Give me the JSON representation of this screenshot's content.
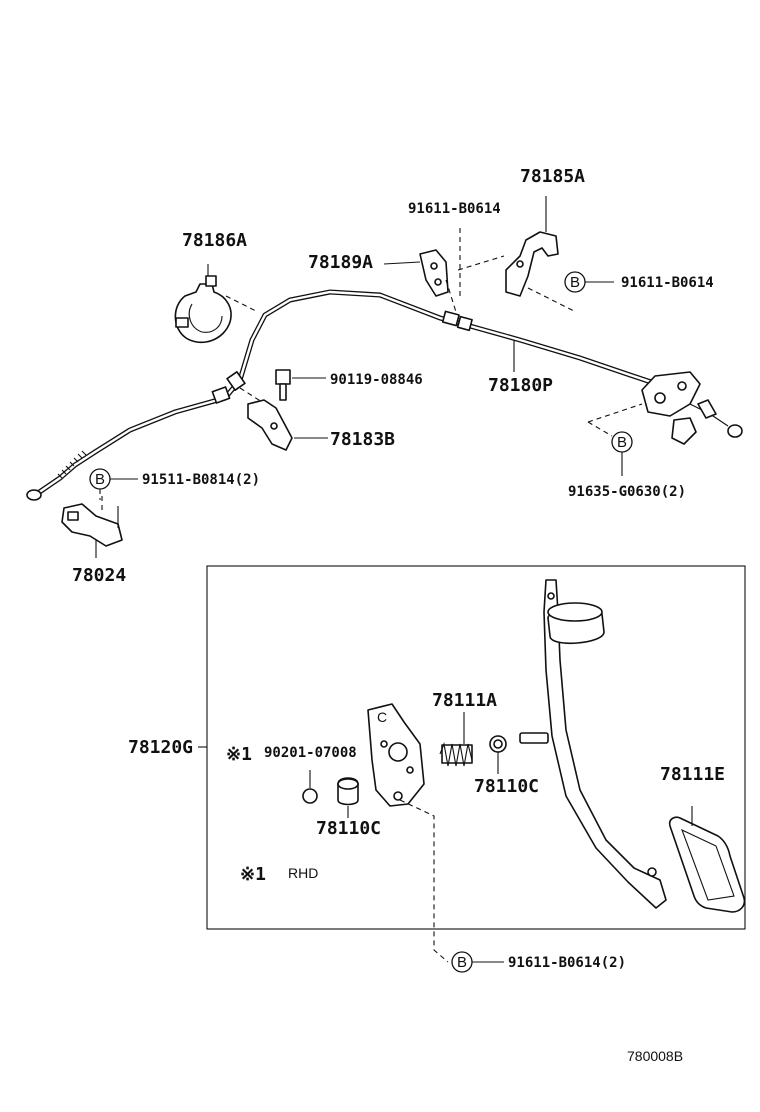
{
  "callouts": {
    "p78185A": "78185A",
    "p91611_top": "91611-B0614",
    "p78186A": "78186A",
    "p78189A": "78189A",
    "p91611_right": "91611-B0614",
    "p90119": "90119-08846",
    "p78180P": "78180P",
    "p78183B": "78183B",
    "p91511": "91511-B0814(2)",
    "p91635": "91635-G0630(2)",
    "p78024": "78024",
    "p78120G": "78120G",
    "p78111A": "78111A",
    "p90201_mark": "※1",
    "p90201": "90201-07008",
    "p78110C_right": "78110C",
    "p78111E": "78111E",
    "p78110C_left": "78110C",
    "note_mark": "※1",
    "note_text": "RHD",
    "p91611_bottom": "91611-B0614(2)"
  },
  "bolt_markers": {
    "letter": "B"
  },
  "figure_code": "780008B"
}
